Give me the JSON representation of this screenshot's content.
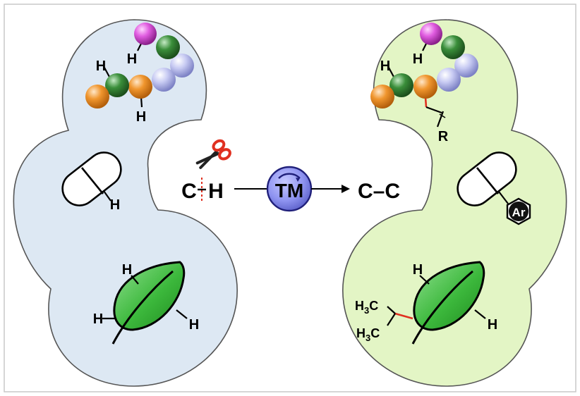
{
  "labels": {
    "h": "H",
    "c": "C",
    "r": "R",
    "ar": "Ar",
    "tm": "TM",
    "product": "C–C",
    "methyl_1": "H",
    "methyl_2": "C",
    "methyl_sub": "3"
  },
  "colors": {
    "left_panel_fill": "#dde8f3",
    "right_panel_fill": "#e3f5c5",
    "panel_stroke": "#555555",
    "catalyst_fill": "#8e93f0",
    "catalyst_stroke": "#20207a",
    "cut_line": "#e03020",
    "new_bond": "#e03020",
    "leaf_fill": "#3cb83c",
    "ar_fill": "#111111",
    "bead_magenta": "#e05ce0",
    "bead_green": "#3a8e3a",
    "bead_orange": "#f0962e",
    "bead_lavender": "#b4b8ee"
  },
  "icons": {
    "scissors": "scissors-icon",
    "catalyst": "circular-arrow-icon",
    "leaf": "leaf-icon",
    "capsule": "capsule-icon",
    "hexagon": "hexagon-icon"
  }
}
